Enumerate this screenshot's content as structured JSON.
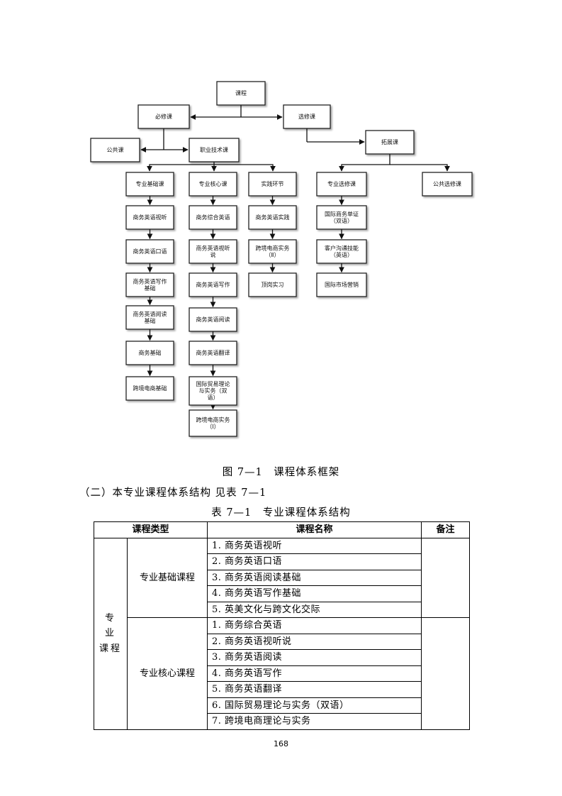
{
  "diagram": {
    "nodes": {
      "root": "课程",
      "required": "必修课",
      "elective": "选修课",
      "public": "公共课",
      "vocational": "职业技术课",
      "expand": "拓展课",
      "basic": "专业基础课",
      "core": "专业核心课",
      "practice": "实践环节",
      "major_elective": "专业选修课",
      "public_elective": "公共选修课",
      "b1": "商务英语视听",
      "b2": "商务英语口语",
      "b3": [
        "商务英语写作",
        "基础"
      ],
      "b4": [
        "商务英语阅读",
        "基础"
      ],
      "b5": "商务基础",
      "b6": "跨境电商基础",
      "c1": "商务综合英语",
      "c2": [
        "商务英语视听",
        "说"
      ],
      "c3": "商务英语写作",
      "c4": "商务英语阅读",
      "c5": "商务英语翻译",
      "c6": [
        "国际贸易理论",
        "与实务（双",
        "语）"
      ],
      "c7": [
        "跨境电商实务",
        "（Ⅰ）"
      ],
      "p1": "商务英语实践",
      "p2": [
        "跨境电商实务",
        "（Ⅱ）"
      ],
      "p3": "顶岗实习",
      "e1": [
        "国际商务单证",
        "（双语）"
      ],
      "e2": [
        "客户沟通技能",
        "（英语）"
      ],
      "e3": "国际市场营销"
    }
  },
  "figure_caption": "图 7—1　课程体系框架",
  "section_heading": "（二）本专业课程体系结构 见表 7—1",
  "table_caption": "表 7—1　专业课程体系结构",
  "table": {
    "headers": [
      "课程类型",
      "课程名称",
      "备注"
    ],
    "main_category": [
      "专 业",
      "课程"
    ],
    "groups": [
      {
        "name": "专业基础课程",
        "courses": [
          "1.  商务英语视听",
          "2.  商务英语口语",
          "3.  商务英语阅读基础",
          "4.  商务英语写作基础",
          "5.  英美文化与跨文化交际"
        ]
      },
      {
        "name": "专业核心课程",
        "courses": [
          "1.  商务综合英语",
          "2.  商务英语视听说",
          "3.  商务英语阅读",
          "4.  商务英语写作",
          "5.  商务英语翻译",
          "6.  国际贸易理论与实务（双语）",
          "7. 跨境电商理论与实务"
        ]
      }
    ]
  },
  "page_number": "168"
}
